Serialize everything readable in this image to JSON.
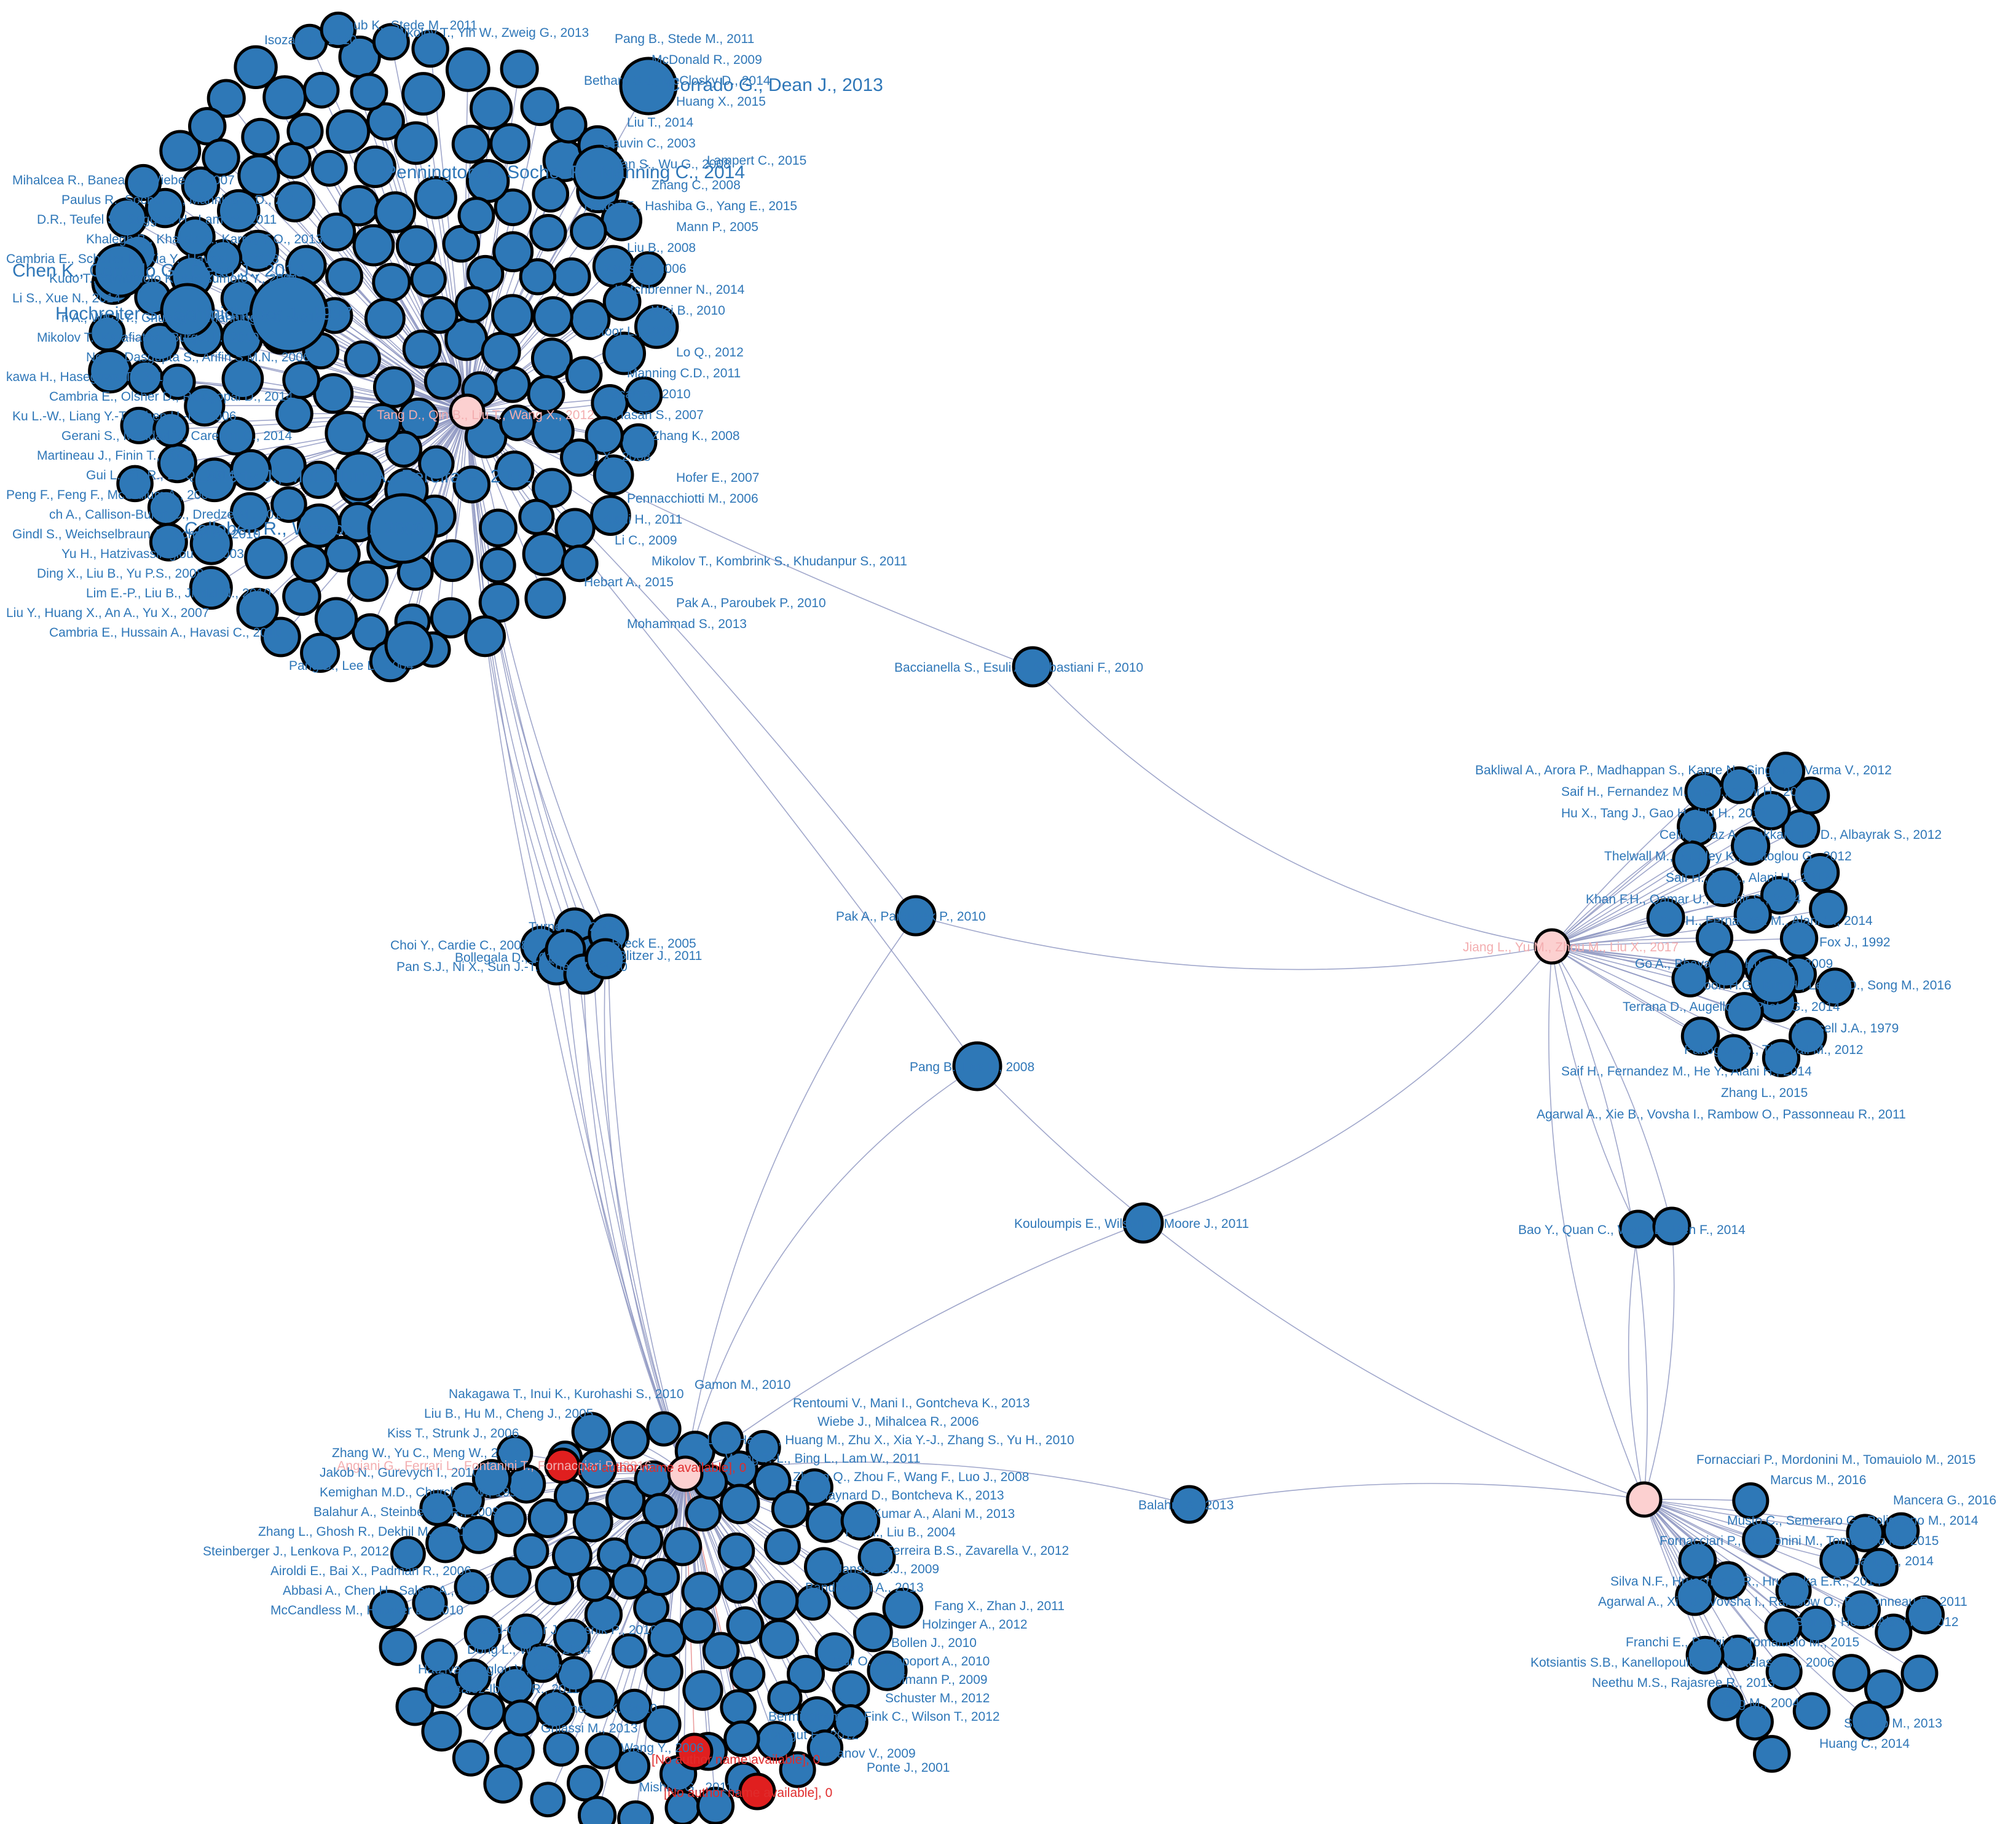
{
  "colors": {
    "node_fill": "#2e78b7",
    "node_label": "#2f77b8",
    "hub_fill": "#fcd0d0",
    "hub_label": "#f3aeb0",
    "missing_fill": "#e01f1f",
    "missing_label": "#e02c2c",
    "edge": "#8f98c2",
    "edge_missing": "#e88d8d"
  },
  "labels": {
    "big": [
      "Corrado G., Dean J., 2013",
      "Pennington J., Socher R., Manning C., 2014",
      "Chen K., Corrado G., Dean J., 2013",
      "Hochreiter S., Schmidhuber J., 1997",
      "Lafferty J., McCallum A., Pereira F., 2001",
      "Collobert R., Weston J., 2008"
    ],
    "cluster_a": [
      "Mihalcea R., Banea C., Wiebe J., 2007",
      "Paulus R., Socher R., Manning C.D., 2014",
      "D.R., Teufel S., Saggion H., Lam W., 2011",
      "Khalegh B., Khamis A., Karray F.O., 2013",
      "Cambria E., Schuller B., Xia Y., Havasi C., 2013",
      "Kudo T., Yamamoto K., Matsumoto Y., 2004",
      "Li S., Xue N., 2014",
      "n A., Wu J.Y., Chuang J., Manning C.D., 2013",
      "Mikolov T., Karafiat M., Burget L., 2010",
      "Ng V., Dasgupta S., Arifin S.M.N., 2006",
      "kawa H., Hasegawa T., 2014",
      "Cambria E., Olsher D., Rajagopal D., 2014",
      "Ku L.-W., Liang Y.-T., Chen H.-H., 2006",
      "Gerani S., Mehdad Y., Carenini G., 2014",
      "Martineau J., Finin T., 2009",
      "Gui L., Xu R., Lu Q., 2014",
      "Peng F., Feng F., McCallum A., 2004",
      "ch A., Callison-Burch C., Dredze M., 2011",
      "Gindl S., Weichselbraun A., Scharl A., 2010",
      "Yu H., Hatzivassiloglou V., 2003",
      "Ding X., Liu B., Yu P.S., 2008",
      "Lim E.-P., Liu B., Jindal N., 2010",
      "Liu Y., Huang X., An A., Yu X., 2007",
      "Cambria E., Hussain A., Havasi C., 2010",
      "Dub K., Stede M., 2011",
      "Isozaki H., 2010",
      "Mikolov T., Yih W., Zweig G., 2013",
      "Lampert C., 2015",
      "Pang B., Lee L., 2004"
    ],
    "cluster_a_right": [
      "Pang B., Stede M., 2011",
      "McDonald R., 2009",
      "Bethard S.J., McClosky D., 2014",
      "Huang X., 2015",
      "Liu T., 2014",
      "Gauvin C., 2003",
      "Tan S., Wu G., 2008",
      "Zhang C., 2008",
      "Hattori E., Hashiba G., Yang E., 2015",
      "Mann P., 2005",
      "Liu B., 2008",
      "Rauls A., 2006",
      "Ketchbrenner N., 2014",
      "Wei B., 2010",
      "Gotoor L., 2009",
      "Lo Q., 2012",
      "Manning C.D., 2011",
      "Hasan A., 2010",
      "Hasan S., 2007",
      "Zhang K., 2008",
      "Yu X., 2008",
      "Hofer E., 2007",
      "Pennacchiotti M., 2006",
      "Alani H., 2011",
      "Li C., 2009",
      "Mikolov T., Kombrink S., Khudanpur S., 2011",
      "Hebart A., 2015",
      "Pak A., Paroubek P., 2010",
      "Mohammad S., 2013"
    ],
    "cluster_b": [
      "Choi Y., Cardie C., 2008",
      "Pan S.J., Ni X., Sun J.-T., Chen Z., 2010",
      "Bollegala D., 2011",
      "Turney P., 2006",
      "Breck E., 2005",
      "Blitzer J., 2011"
    ],
    "bridges": [
      "Baccianella S., Esuli A., Sebastiani F., 2010",
      "Pak A., Paroubek P., 2010",
      "Pang B., Lee L., 2008",
      "Kouloumpis E., Wilson T., Moore J., 2011",
      "Balahur A., 2013",
      "Bao Y., Quan C., Wang L., Ren F., 2014"
    ],
    "cluster_c": [
      "Bakliwal A., Arora P., Madhappan S., Kapre N., Singh M., Varma V., 2012",
      "Saif H., Fernandez M., He Y., Alani H., 2013",
      "Hu X., Tang J., Gao H., Liu H., 2013",
      "Celikyilmaz A., Hakkani-Tur D., Albayrak S., 2012",
      "Thelwall M., Buckley K., Paltoglou G., 2012",
      "Saif H., He Y., Alani H., 2012",
      "Khan F.H., Qamar U., Bashir S., 2014",
      "Saif H., Fernandez M., Alani H., 2014",
      "Fox J., 1992",
      "Go A., Bhayani R., Huang L., 2009",
      "Yoon H.G., Kim H., Lee C.O., Song M., 2016",
      "Terrana D., Augello A., Pilato G., 2014",
      "Russell J.A., 1979",
      "Paltoglou G., Thelwall M., 2012",
      "Saif H., Fernandez M., He Y., Alani H., 2014",
      "Zhang L., 2015",
      "Agarwal A., Xie B., Vovsha I., Rambow O., Passonneau R., 2011"
    ],
    "cluster_d": [
      "Nakagawa T., Inui K., Kurohashi S., 2010",
      "Liu B., Hu M., Cheng J., 2005",
      "Kiss T., Strunk J., 2006",
      "Zhang W., Yu C., Meng W., 2007",
      "Jakob N., Gurevych I., 2010",
      "Kemighan M.D., Church K.W., 1990",
      "Balahur A., Steinberger R., 2009",
      "Zhang L., Ghosh R., Dekhil M., 2011",
      "Steinberger J., Lenkova P., 2012",
      "Airoldi E., Bai X., Padman R., 2006",
      "Abbasi A., Chen H., Salem A., 2008",
      "McCandless M., Hatcher E., 2010",
      "Boyd-Graber J., Resnik P., 2010",
      "Dong L., Wei F., 2014",
      "Hatzivassiloglou V., 1997",
      "Gonzalez-Ibanez R., 2011",
      "Ganesan K., 2010",
      "Ghiassi M., 2013",
      "Wang Y., 2006",
      "Ponte J., 2001",
      "Mishne G., 2011"
    ],
    "cluster_d_right": [
      "Gamon M., 2010",
      "Rentoumi V., Mani I., Gontcheva K., 2013",
      "Wiebe J., Mihalcea R., 2006",
      "Li F., Han C., Huang M., Zhu X., Xia Y.-J., Zhang S., Yu H., 2010",
      "Wong T.-L., Bing L., Lam W., 2011",
      "Zhang Q., Zhou F., Wang F., Luo J., 2008",
      "Maynard D., Bontcheva K., 2013",
      "Kumar A., Alani M., 2013",
      "Hu M., Liu B., 2004",
      "Ferreira B.S., Zavarella V., 2012",
      "Jansen B.J., 2009",
      "Bandhakavi A., 2013",
      "Fang X., Zhan J., 2011",
      "Holzinger A., 2012",
      "Bollen J., 2010",
      "Tsur O., Rappoport A., 2010",
      "Hofmann P., 2009",
      "Schuster M., 2012",
      "Bermingham A., Fink C., Wilson T., 2012",
      "Dragut E., 2012",
      "Stoyanov V., 2009"
    ],
    "cluster_e": [
      "Fornacciari P., Mordonini M., Tomauiolo M., 2015",
      "Marcus M., 2016",
      "Mancera G., 2016",
      "Musto C., Semeraro G., Polignano M., 2014",
      "Fornacciari P., Mordonini M., Tomaiuolo M., 2015",
      "Huang X., 2014",
      "Silva N.F., Hruschka E.R., Hruschka E.R., 2014",
      "Agarwal A., Xie B., Vovsha I., Rambow O., Passonneau R., 2011",
      "Saif H., He Y., Alani H., 2012",
      "Franchi E., Poggi A., Tomaiuolo M., 2015",
      "Kotsiantis S.B., Kanellopoulos D., Pintelas P.E., 2006",
      "Neethu M.S., Rajasree R., 2013",
      "Dang M., 2004",
      "Shahab M., 2013",
      "Huang C., 2014"
    ],
    "hubs": [
      "Tang D., Qin B., Liu T., Wang X., 2012",
      "Jiang L., Yu M., Zhou M., Liu X., 2017",
      "Angiani G., Ferrari L., Fontanini T., Fornacciari P., 2016"
    ],
    "missing": [
      "[No author name available], 0"
    ]
  }
}
